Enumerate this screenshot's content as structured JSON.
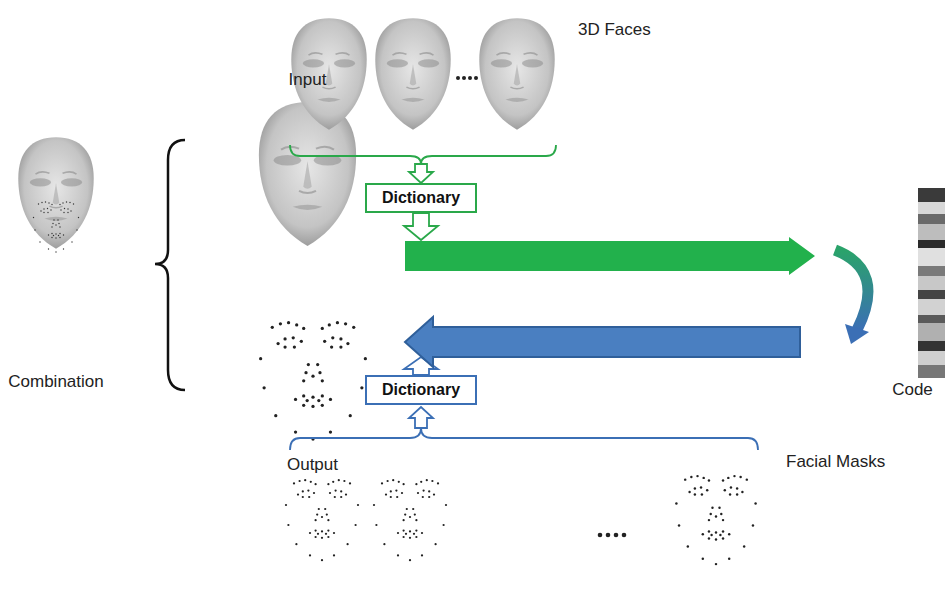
{
  "diagram": {
    "nodes": [
      {
        "text": [
          "Input"
        ]
      },
      {
        "text": [
          "Dictionary"
        ]
      },
      {
        "text": [
          "Code"
        ]
      },
      {
        "text": [
          "Output"
        ]
      },
      {
        "text": [
          "Dictionary"
        ]
      }
    ],
    "edges": [
      {
        "from": 0,
        "to": 2,
        "arrow": "to"
      },
      {
        "from": 2,
        "to": 3,
        "arrow": "to"
      }
    ],
    "labels": [
      "3D Faces",
      "Combination",
      "Facial Masks"
    ]
  }
}
